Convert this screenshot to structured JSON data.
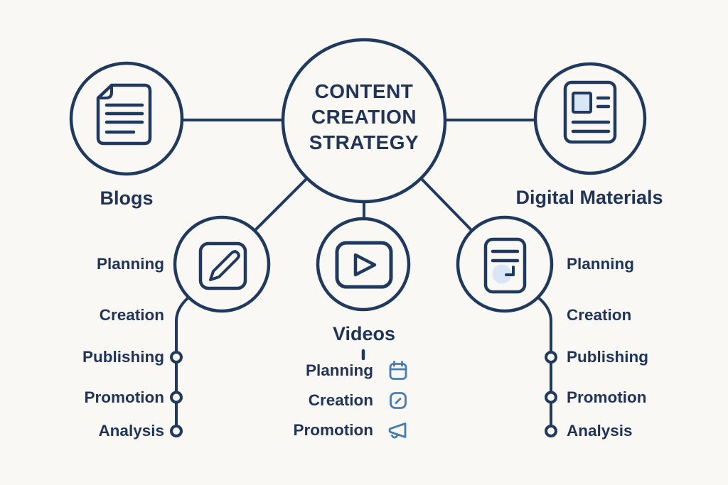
{
  "title": {
    "text": "CONTENT CREATION STRATEGY"
  },
  "nodes": {
    "blogs": {
      "label": "Blogs",
      "icon": "document-icon"
    },
    "digital_materials": {
      "label": "Digital Materials",
      "icon": "document-image-icon"
    },
    "videos": {
      "label": "Videos",
      "icon": "video-play-icon"
    },
    "edit": {
      "icon": "edit-pencil-icon"
    },
    "doc_check": {
      "icon": "document-check-icon"
    }
  },
  "lists": {
    "left": {
      "items": [
        "Planning",
        "Creation",
        "Publishing",
        "Promotion",
        "Analysis"
      ]
    },
    "right": {
      "items": [
        "Planning",
        "Creation",
        "Publishing",
        "Promotion",
        "Analysis"
      ]
    },
    "middle": {
      "items": [
        {
          "label": "Planning",
          "icon": "calendar-icon"
        },
        {
          "label": "Creation",
          "icon": "edit-square-icon"
        },
        {
          "label": "Promotion",
          "icon": "megaphone-icon"
        }
      ]
    }
  },
  "colors": {
    "navy": "#1f3a5e",
    "accent_blue": "#457cb3",
    "light_blue_fill": "#d9e6f5",
    "background": "#faf8f4"
  }
}
